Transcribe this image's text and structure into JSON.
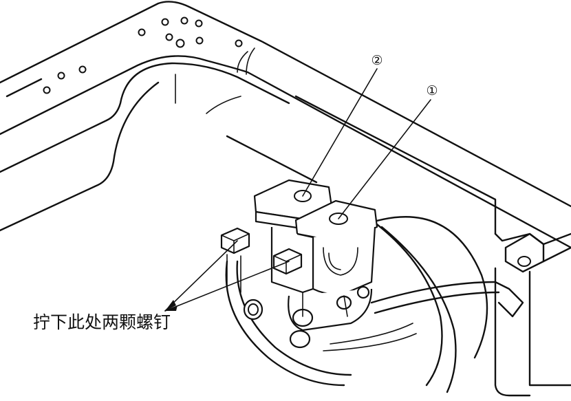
{
  "callouts": {
    "part_1": "①",
    "part_2": "②"
  },
  "annotation": {
    "text": "拧下此处两颗螺钉"
  }
}
